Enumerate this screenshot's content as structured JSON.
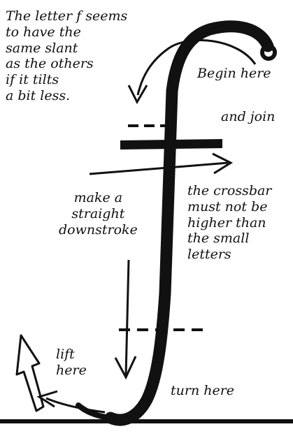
{
  "notes": {
    "slant": {
      "lines": [
        "The letter f seems",
        "to have the",
        "same slant",
        "as the others",
        "if it tilts",
        "a bit less."
      ]
    },
    "begin": "Begin here",
    "join": "and join",
    "straight": {
      "lines": [
        "make a",
        "straight",
        "downstroke"
      ]
    },
    "crossbar": {
      "lines": [
        "the crossbar",
        "must not be",
        "higher than",
        "the small",
        "letters"
      ]
    },
    "lift": {
      "lines": [
        "lift",
        "here"
      ]
    },
    "turn": "turn here"
  },
  "colors": {
    "ink": "#111111",
    "paper": "#ffffff"
  }
}
